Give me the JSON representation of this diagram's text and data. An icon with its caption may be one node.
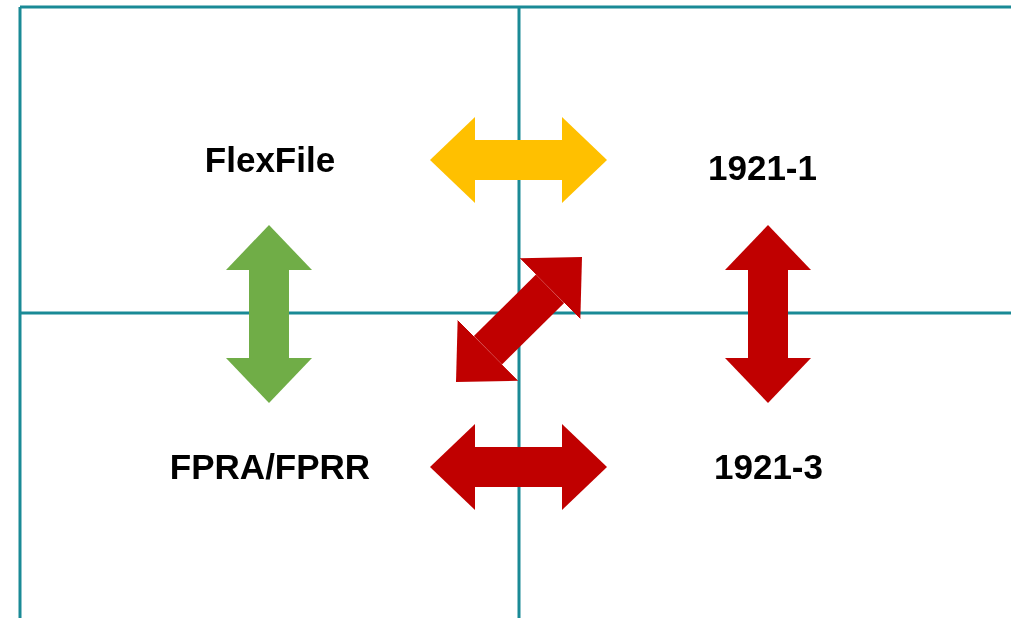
{
  "diagram": {
    "nodes": [
      {
        "text": [
          "FlexFile"
        ]
      },
      {
        "text": [
          "1921-1"
        ]
      },
      {
        "text": [
          "FPRA/FPRR"
        ]
      },
      {
        "text": [
          "1921-3"
        ]
      }
    ],
    "edges": [
      {
        "from": 0,
        "to": 1,
        "arrow": "both",
        "color": "#ffc000"
      },
      {
        "from": 0,
        "to": 2,
        "arrow": "both",
        "color": "#70ad47"
      },
      {
        "from": 1,
        "to": 3,
        "arrow": "both"
      },
      {
        "from": 2,
        "to": 1,
        "arrow": "both"
      },
      {
        "from": 2,
        "to": 3,
        "arrow": "both"
      }
    ]
  }
}
